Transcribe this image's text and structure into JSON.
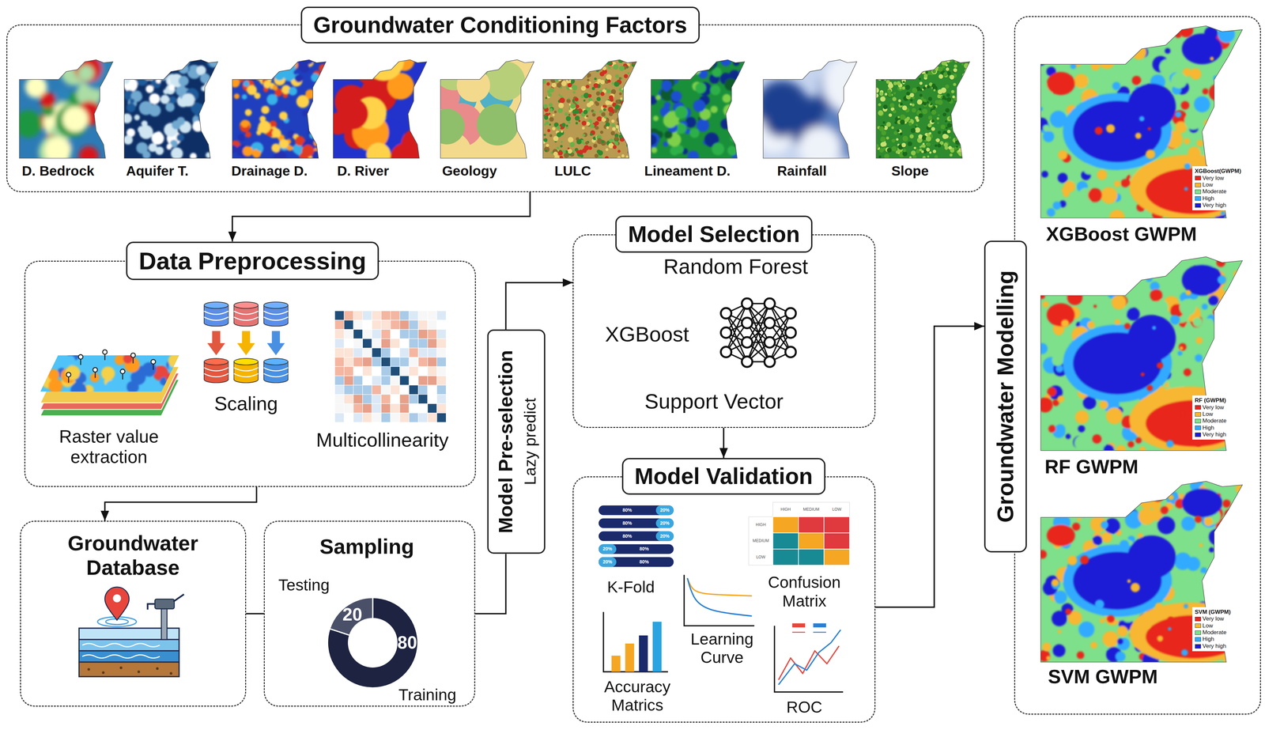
{
  "diagram": {
    "nodes": [
      {
        "text": [
          "Groundwater Conditioning Factors",
          "D. Bedrock",
          "Aquifer T.",
          "Drainage D.",
          "D. River",
          "Geology",
          "LULC",
          "Lineament D.",
          "Rainfall",
          "Slope"
        ]
      },
      {
        "text": [
          "Data Preprocessing",
          "Raster value extraction",
          "Scaling",
          "Multicollinearity"
        ]
      },
      {
        "text": [
          "Groundwater Database"
        ]
      },
      {
        "text": [
          "Sampling",
          "Testing",
          "20",
          "80",
          "Training"
        ]
      },
      {
        "text": [
          "Model Pre-selection",
          "Lazy predict"
        ]
      },
      {
        "text": [
          "Model Selection",
          "Random Forest",
          "XGBoost",
          "Support Vector"
        ]
      },
      {
        "text": [
          "Model Validation",
          "K-Fold",
          "Confusion Matrix",
          "Learning Curve",
          "Accuracy Matrics",
          "ROC"
        ]
      },
      {
        "text": [
          "Groundwater Modelling",
          "XGBoost GWPM",
          "RF GWPM",
          "SVM GWPM"
        ]
      }
    ],
    "edges": [
      {
        "from": 0,
        "to": 1,
        "arrow": "to"
      },
      {
        "from": 1,
        "to": 2,
        "arrow": "to"
      },
      {
        "from": 2,
        "to": 3,
        "arrow": "none"
      },
      {
        "from": 3,
        "to": 4,
        "arrow": "none"
      },
      {
        "from": 4,
        "to": 5,
        "arrow": "to"
      },
      {
        "from": 5,
        "to": 6,
        "arrow": "to"
      },
      {
        "from": 6,
        "to": 7,
        "arrow": "to"
      }
    ],
    "labels": [
      "XGBoost(GWPM)",
      "RF (GWPM)",
      "SVM (GWPM)",
      "80%",
      "20%",
      "80%",
      "20%",
      "80%",
      "20%",
      "20%",
      "80%",
      "20%",
      "80%",
      "HIGH",
      "MEDIUM",
      "LOW",
      "HIGH",
      "MEDIUM",
      "LOW"
    ],
    "legend": [
      {
        "text": "Very low",
        "color": "#e8251f"
      },
      {
        "text": "Low",
        "color": "#f7b731"
      },
      {
        "text": "Moderate",
        "color": "#7ee08a"
      },
      {
        "text": "High",
        "color": "#33aaff"
      },
      {
        "text": "Very high",
        "color": "#1c1cd6"
      },
      {
        "text": "Very low",
        "color": "#e8251f"
      },
      {
        "text": "Low",
        "color": "#f7b731"
      },
      {
        "text": "Moderate",
        "color": "#7ee08a"
      },
      {
        "text": "High",
        "color": "#33aaff"
      },
      {
        "text": "Very high",
        "color": "#1c1cd6"
      },
      {
        "text": "Very low",
        "color": "#e8251f"
      },
      {
        "text": "Low",
        "color": "#f7b731"
      },
      {
        "text": "Moderate",
        "color": "#7ee08a"
      },
      {
        "text": "High",
        "color": "#33aaff"
      },
      {
        "text": "Very high",
        "color": "#1c1cd6"
      }
    ]
  }
}
